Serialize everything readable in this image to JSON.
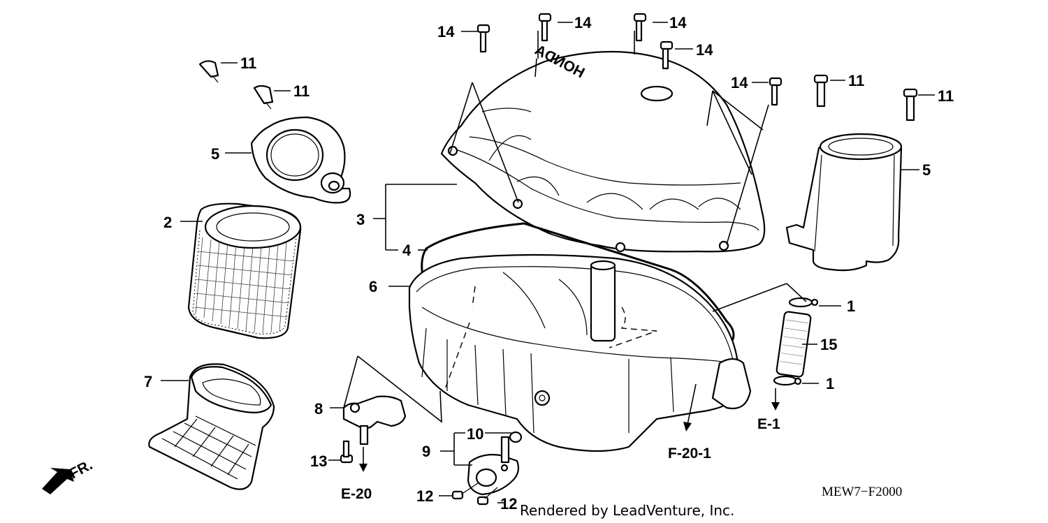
{
  "callouts": {
    "c1a": "1",
    "c1b": "1",
    "c2": "2",
    "c3": "3",
    "c4": "4",
    "c5a": "5",
    "c5b": "5",
    "c6": "6",
    "c7": "7",
    "c8": "8",
    "c9": "9",
    "c10": "10",
    "c11a": "11",
    "c11b": "11",
    "c11c": "11",
    "c11d": "11",
    "c12a": "12",
    "c12b": "12",
    "c13": "13",
    "c14a": "14",
    "c14b": "14",
    "c14c": "14",
    "c14d": "14",
    "c14e": "14",
    "c15": "15"
  },
  "refs": {
    "e1": "E-1",
    "e20": "E-20",
    "f201": "F-20-1"
  },
  "front_indicator": "FR.",
  "lid_logo": "HONDA",
  "diagram_code": "MEW7−F2000",
  "credit": "Rendered by LeadVenture, Inc."
}
